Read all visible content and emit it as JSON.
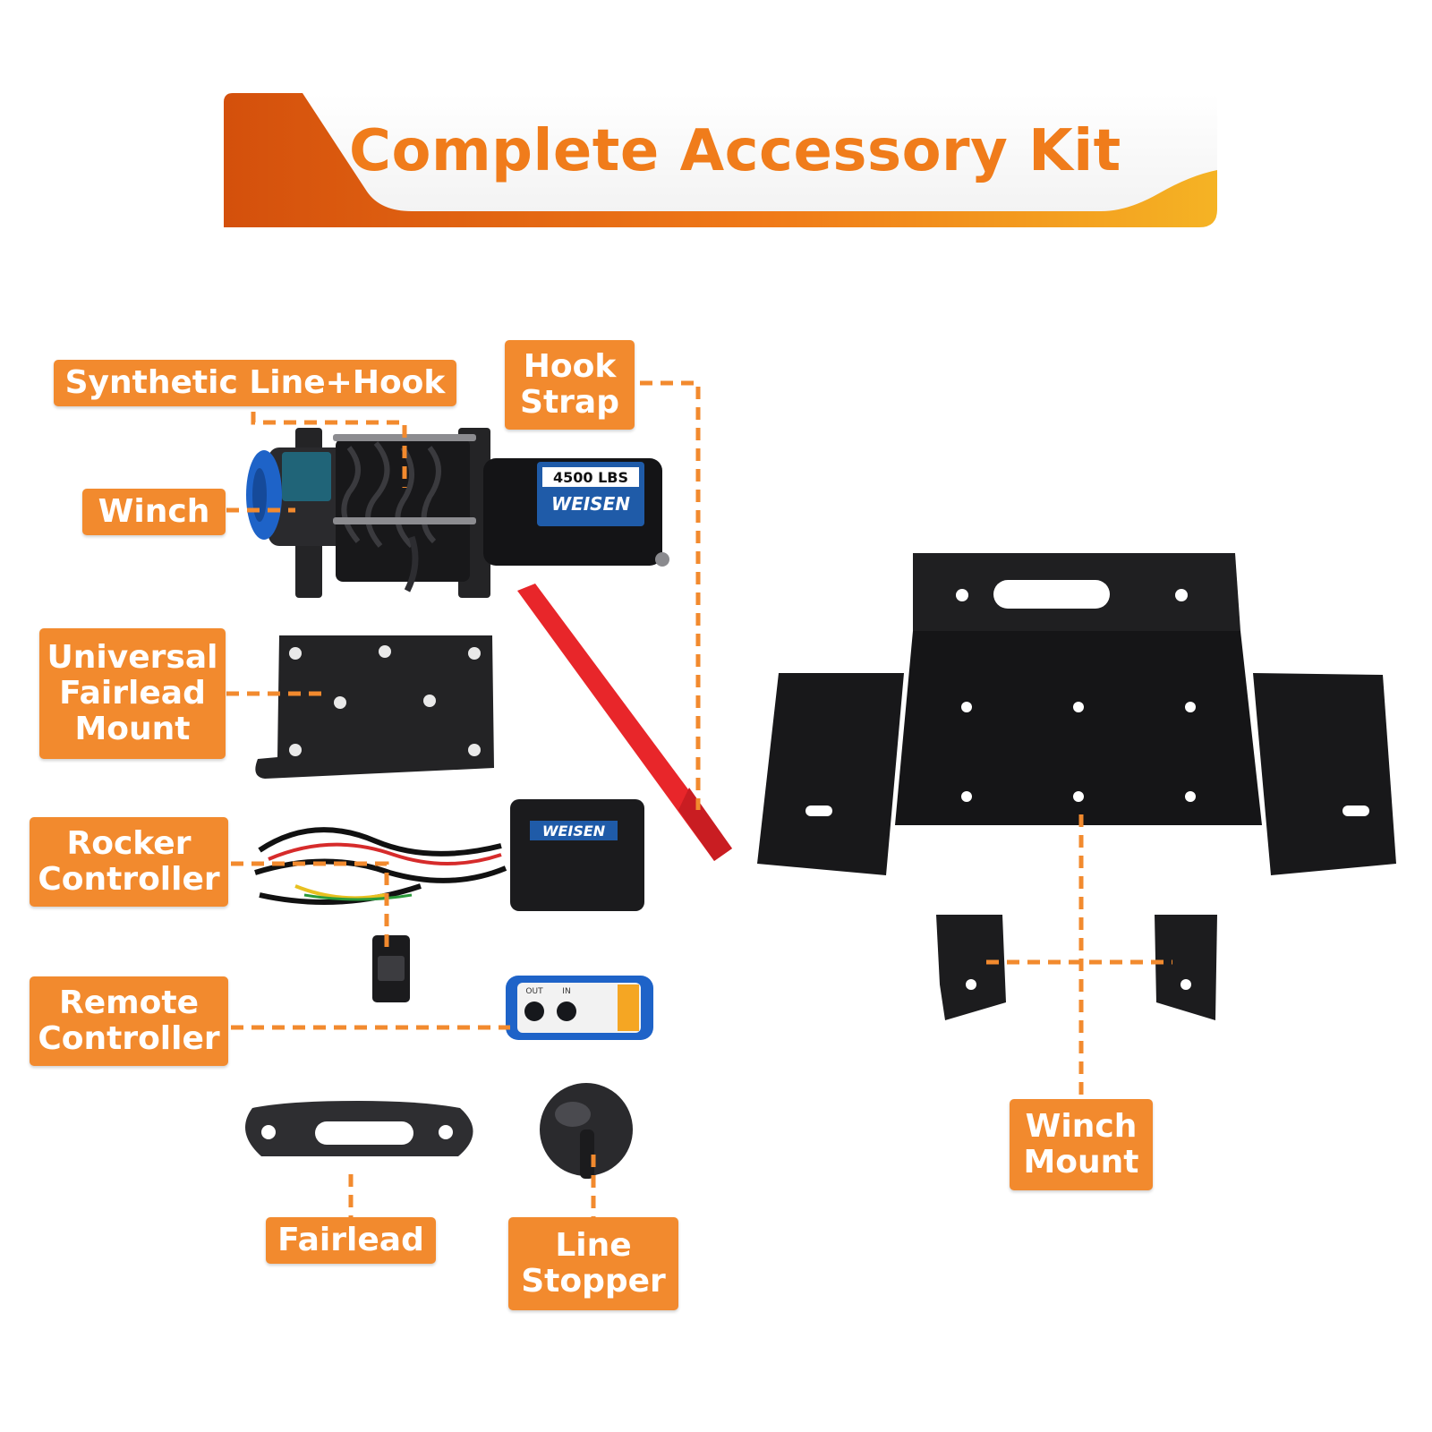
{
  "banner": {
    "title": "Complete Accessory Kit",
    "colors": {
      "title": "#f07c1b",
      "ribbon_start": "#d9560f",
      "ribbon_end": "#f5a623"
    }
  },
  "labels": {
    "synthetic_line_hook": "Synthetic Line+Hook",
    "hook_strap": "Hook\nStrap",
    "winch": "Winch",
    "universal_fairlead_mount": "Universal\nFairlead\nMount",
    "rocker_controller": "Rocker\nController",
    "remote_controller": "Remote\nController",
    "fairlead": "Fairlead",
    "line_stopper": "Line\nStopper",
    "winch_mount": "Winch\nMount"
  },
  "products": {
    "winch_rating": "4500 LBS",
    "brand": "WEISEN",
    "remote_in": "IN",
    "remote_out": "OUT"
  },
  "colors": {
    "label_bg": "#f28a2e",
    "label_text": "#ffffff",
    "leader": "#f28a2e",
    "strap": "#e8262a",
    "drum_cap": "#1e63c8",
    "hardware": "#1d1d1f"
  }
}
